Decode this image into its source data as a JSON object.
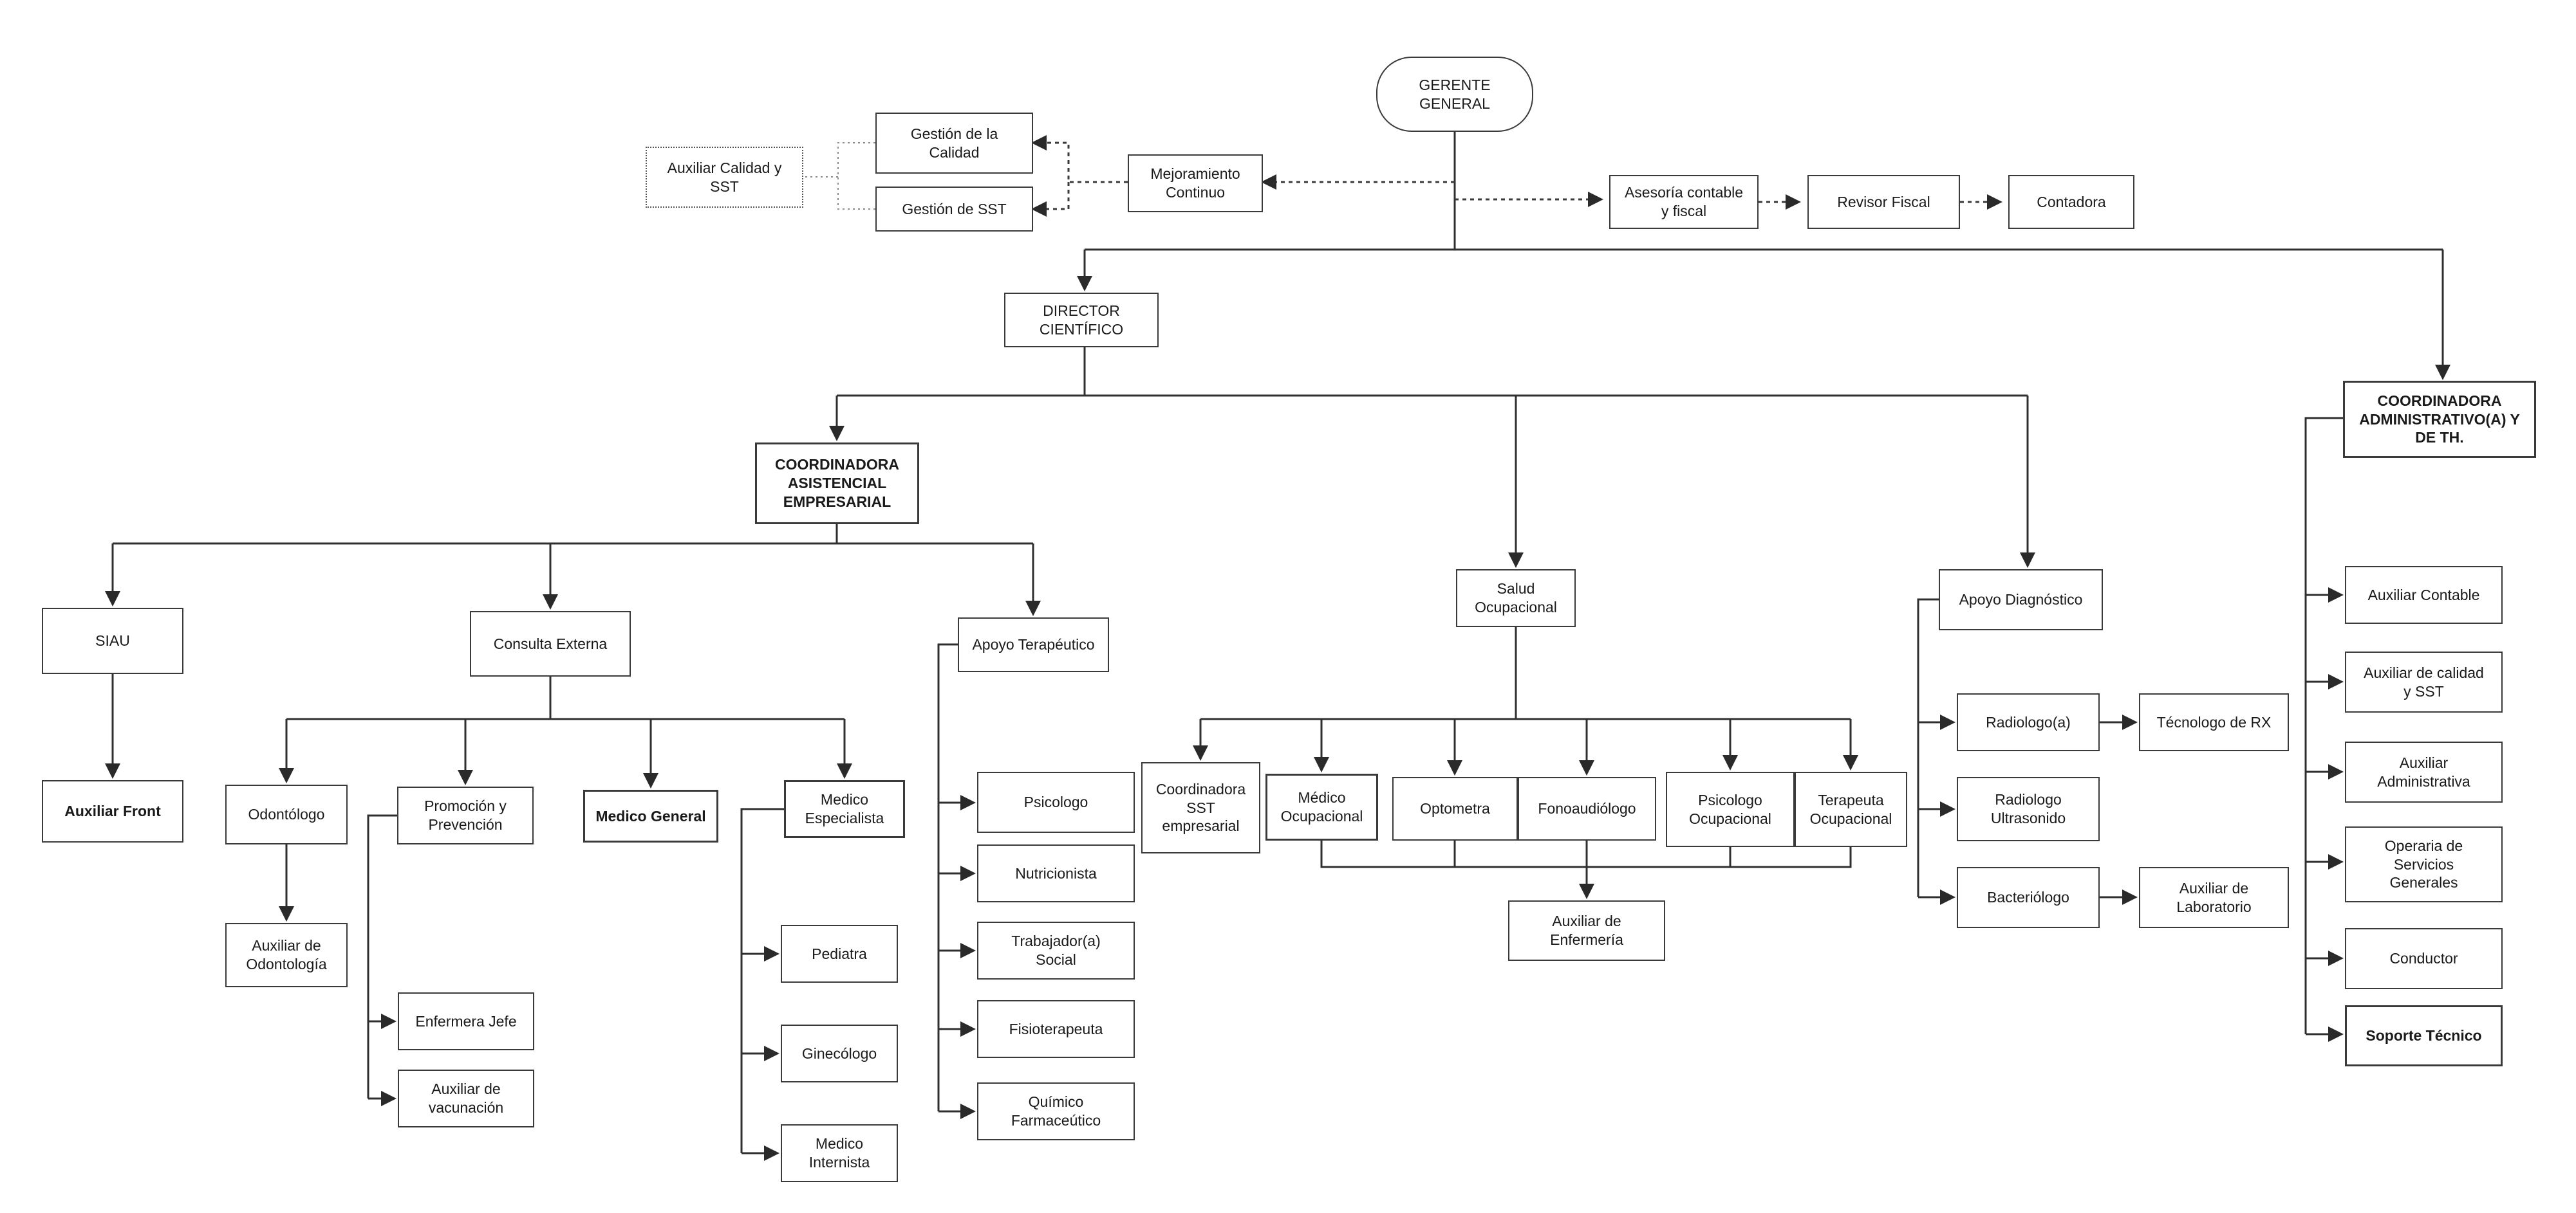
{
  "nodes": {
    "gerente": "GERENTE\nGENERAL",
    "gestion_calidad": "Gestión de la\nCalidad",
    "gestion_sst": "Gestión de SST",
    "auxiliar_calidad_sst": "Auxiliar Calidad y\nSST",
    "mejoramiento": "Mejoramiento\nContinuo",
    "asesoria": "Asesoría contable\ny fiscal",
    "revisor": "Revisor Fiscal",
    "contadora": "Contadora",
    "director": "DIRECTOR\nCIENTÍFICO",
    "coord_asistencial": "COORDINADORA\nASISTENCIAL\nEMPRESARIAL",
    "coord_admin": "COORDINADORA\nADMINISTRATIVO(A) Y\nDE TH.",
    "siau": "SIAU",
    "auxiliar_front": "Auxiliar Front",
    "consulta_externa": "Consulta Externa",
    "apoyo_terapeutico": "Apoyo Terapéutico",
    "salud_ocupacional": "Salud\nOcupacional",
    "apoyo_diagnostico": "Apoyo Diagnóstico",
    "odontologo": "Odontólogo",
    "aux_odontologia": "Auxiliar de\nOdontología",
    "promocion": "Promoción y\nPrevención",
    "enfermera_jefe": "Enfermera Jefe",
    "aux_vacunacion": "Auxiliar de\nvacunación",
    "medico_general": "Medico  General",
    "medico_especialista": "Medico\nEspecialista",
    "pediatra": "Pediatra",
    "ginecologo": "Ginecólogo",
    "medico_internista": "Medico\nInternista",
    "psicologo": "Psicologo",
    "nutricionista": "Nutricionista",
    "trabajador_social": "Trabajador(a)\nSocial",
    "fisioterapeuta": "Fisioterapeuta",
    "quimico": "Químico\nFarmaceútico",
    "coord_sst": "Coordinadora\nSST\nempresarial",
    "medico_ocupacional": "Médico\nOcupacional",
    "optometra": "Optometra",
    "fonoaudiologo": "Fonoaudiólogo",
    "psicologo_ocupacional": "Psicologo\nOcupacional",
    "terapeuta_ocupacional": "Terapeuta\nOcupacional",
    "aux_enfermeria": "Auxiliar de\nEnfermería",
    "radiologo": "Radiologo(a)",
    "tecnologo_rx": "Técnologo de RX",
    "radiologo_ultrasonido": "Radiologo\nUltrasonido",
    "bacteriologo": "Bacteriólogo",
    "aux_laboratorio": "Auxiliar de\nLaboratorio",
    "aux_contable": "Auxiliar Contable",
    "aux_calidad_sst2": "Auxiliar de calidad\ny SST",
    "aux_administrativa": "Auxiliar\nAdministrativa",
    "operaria": "Operaria de\nServicios\nGenerales",
    "conductor": "Conductor",
    "soporte": "Soporte Técnico"
  }
}
